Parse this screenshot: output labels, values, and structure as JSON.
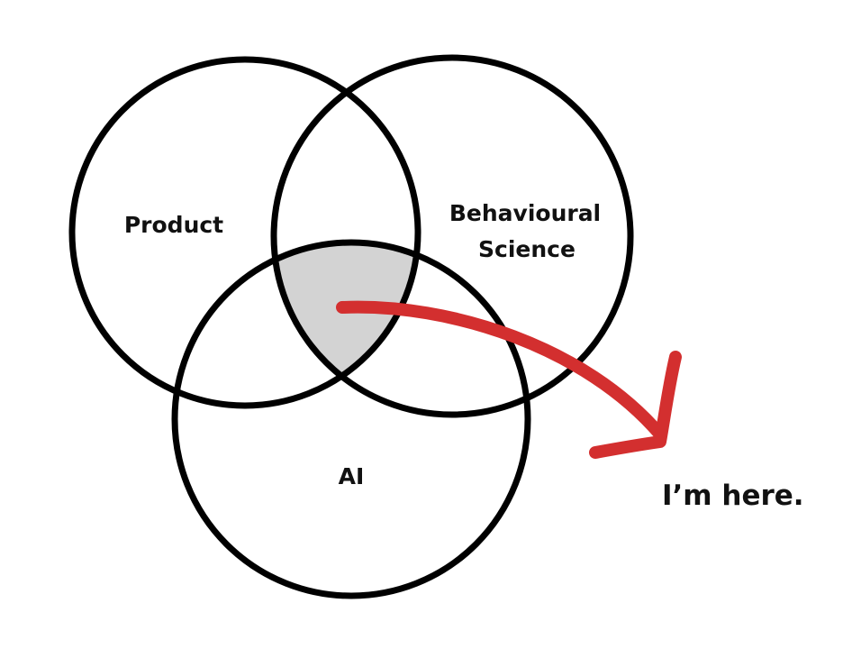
{
  "sets": {
    "product": {
      "label": "Product"
    },
    "behavioural_science": {
      "label_line1": "Behavioural",
      "label_line2": "Science"
    },
    "ai": {
      "label": "AI"
    }
  },
  "callout": {
    "text": "I’m here."
  },
  "colors": {
    "outline": "#000000",
    "intersection_fill": "#d3d3d3",
    "arrow": "#d32f2f",
    "background": "#ffffff"
  }
}
